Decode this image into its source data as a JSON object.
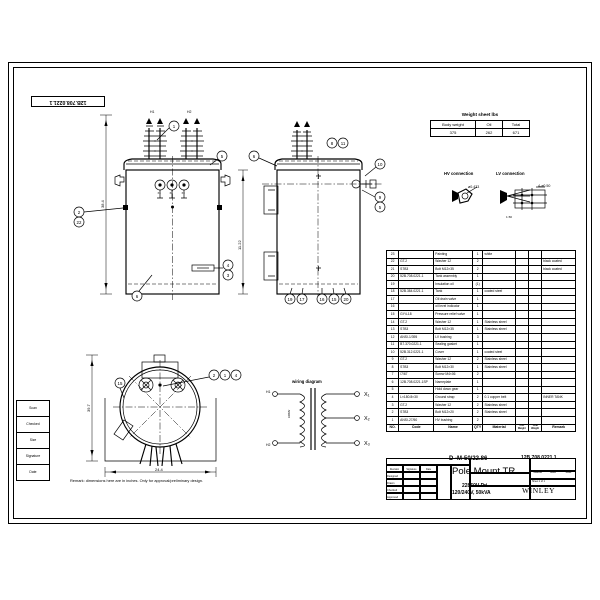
{
  "sheet": {
    "drawing_number_corner": "12B.708.0221.1",
    "note": "Remark: dimensions here are in inches. Only for approval/preliminary design."
  },
  "weight_sheet": {
    "title": "Weight sheet lbs",
    "headers": [
      "Body weight",
      "Oil",
      "Total"
    ],
    "values": [
      "375",
      "262",
      "671"
    ]
  },
  "connections": {
    "hv_label": "HV connection",
    "hv_dim": "ø0.433",
    "lv_label": "LV connection",
    "lv_dim": "4-ø0.50",
    "lv_dim2": "1.50"
  },
  "front_view": {
    "height_dim": "38.4",
    "width_dim": "11.22",
    "terminals": [
      "H1",
      "H2"
    ],
    "lv_terminals": [
      "X1",
      "X2",
      "X3"
    ],
    "balloons": [
      "1",
      "2",
      "22",
      "5",
      "6",
      "7",
      "4",
      "3"
    ]
  },
  "side_view": {
    "balloons": [
      "6",
      "10",
      "9",
      "5",
      "8",
      "11",
      "19",
      "17",
      "16",
      "15",
      "20"
    ]
  },
  "top_view": {
    "height_dim": "39.7",
    "width_dim": "24.4",
    "balloons": [
      "2",
      "1",
      "4",
      "15"
    ]
  },
  "wiring_diagram": {
    "title": "wiring diagram",
    "primary_terminals": [
      "H1",
      "H2"
    ],
    "secondary_terminals": [
      "X1",
      "X2",
      "X3"
    ]
  },
  "bom": {
    "headers": [
      "NO.",
      "Code",
      "Name",
      "QTY",
      "Material",
      "Unit Weight",
      "Total Weight",
      "Remark"
    ],
    "rows": [
      {
        "no": "23",
        "code": "",
        "name": "Painting",
        "qty": "1",
        "material": "white",
        "uw": "",
        "tw": "",
        "remark": ""
      },
      {
        "no": "22",
        "code": "GT.2",
        "name": "Washer 12",
        "qty": "2",
        "material": "",
        "uw": "",
        "tw": "",
        "remark": "black coated"
      },
      {
        "no": "21",
        "code": "S7B3",
        "name": "Bolt M12×35",
        "qty": "2",
        "material": "",
        "uw": "",
        "tw": "",
        "remark": "black coated"
      },
      {
        "no": "20",
        "code": "52B.708.0221.1",
        "name": "Tank assembly",
        "qty": "1",
        "material": "",
        "uw": "",
        "tw": "",
        "remark": ""
      },
      {
        "no": "19",
        "code": "",
        "name": "Insulation oil",
        "qty": "(1)",
        "material": "",
        "uw": "",
        "tw": "",
        "remark": ""
      },
      {
        "no": "18",
        "code": "52B.384.0221.1",
        "name": "Tank",
        "qty": "1",
        "material": "coated steel",
        "uw": "",
        "tw": "",
        "remark": ""
      },
      {
        "no": "17",
        "code": "",
        "name": "Oil drain valve",
        "qty": "1",
        "material": "",
        "uw": "",
        "tw": "",
        "remark": ""
      },
      {
        "no": "16",
        "code": "",
        "name": "oil level indicator",
        "qty": "1",
        "material": "",
        "uw": "",
        "tw": "",
        "remark": ""
      },
      {
        "no": "15",
        "code": "GY4-18",
        "name": "Pressure relief valve",
        "qty": "1",
        "material": "",
        "uw": "",
        "tw": "",
        "remark": ""
      },
      {
        "no": "14",
        "code": "GT.2",
        "name": "Washer 12",
        "qty": "1",
        "material": "Stainless sheel",
        "uw": "",
        "tw": "",
        "remark": ""
      },
      {
        "no": "13",
        "code": "S7B3",
        "name": "Bolt M12×35",
        "qty": "1",
        "material": "Stainless sheel",
        "uw": "",
        "tw": "",
        "remark": ""
      },
      {
        "no": "12",
        "code": "ANSI-1/395",
        "name": "LV bushing",
        "qty": "3",
        "material": "",
        "uw": "",
        "tw": "",
        "remark": ""
      },
      {
        "no": "11",
        "code": "B7.370.0221.1",
        "name": "Sealing gasket",
        "qty": "1",
        "material": "",
        "uw": "",
        "tw": "",
        "remark": ""
      },
      {
        "no": "10",
        "code": "52B.312.0221.1",
        "name": "Cover",
        "qty": "1",
        "material": "coated steel",
        "uw": "",
        "tw": "",
        "remark": ""
      },
      {
        "no": "9",
        "code": "GT.2",
        "name": "Washer 12",
        "qty": "2",
        "material": "Stainless sheel",
        "uw": "",
        "tw": "",
        "remark": ""
      },
      {
        "no": "8",
        "code": "S7B3",
        "name": "Bolt M12×30",
        "qty": "1",
        "material": "Stainless sheel",
        "uw": "",
        "tw": "",
        "remark": ""
      },
      {
        "no": "7",
        "code": "/7/67",
        "name": "Screw M4×06",
        "qty": "2",
        "material": "",
        "uw": "",
        "tw": "",
        "remark": ""
      },
      {
        "no": "6",
        "code": "12B.708.0221.1SP",
        "name": "Nameplate",
        "qty": "1",
        "material": "",
        "uw": "",
        "tw": "",
        "remark": ""
      },
      {
        "no": "5",
        "code": "",
        "name": "Hold down gear",
        "qty": "1",
        "material": "",
        "uw": "",
        "tw": "",
        "remark": ""
      },
      {
        "no": "4",
        "code": "L×180.8×30",
        "name": "Ground strap",
        "qty": "2",
        "material": "0.1 copper belt",
        "uw": "",
        "tw": "",
        "remark": "INNER TANK"
      },
      {
        "no": "3",
        "code": "GT.2",
        "name": "Washer 12",
        "qty": "2",
        "material": "Stainless sheel",
        "uw": "",
        "tw": "",
        "remark": ""
      },
      {
        "no": "2",
        "code": "S7B3",
        "name": "Bolt M12×20",
        "qty": "2",
        "material": "Stainless sheel",
        "uw": "",
        "tw": "",
        "remark": ""
      },
      {
        "no": "1",
        "code": "ANSI-27/50",
        "name": "HV bushing",
        "qty": "2",
        "material": "",
        "uw": "",
        "tw": "",
        "remark": ""
      }
    ]
  },
  "title_block": {
    "model": "D -M-50/22.86",
    "product": "Pole Mount TR",
    "rating_line1": "22860V Pri.",
    "rating_line2": "120/240V, 50kVA",
    "drawing_number": "12B.708.0221.1",
    "company": "WINLEY",
    "fields": [
      "Designed",
      "Drawn",
      "Checked",
      "Approved"
    ],
    "col_headers": [
      "Revision",
      "Signature",
      "Date"
    ],
    "sub_headers": [
      "Material",
      "Mass",
      "Scale"
    ],
    "sheet_label": "Sheet",
    "of_label": "of"
  },
  "left_margin": {
    "fields": [
      "Scan",
      "Checked",
      "Size",
      "Signature",
      "Date"
    ]
  }
}
